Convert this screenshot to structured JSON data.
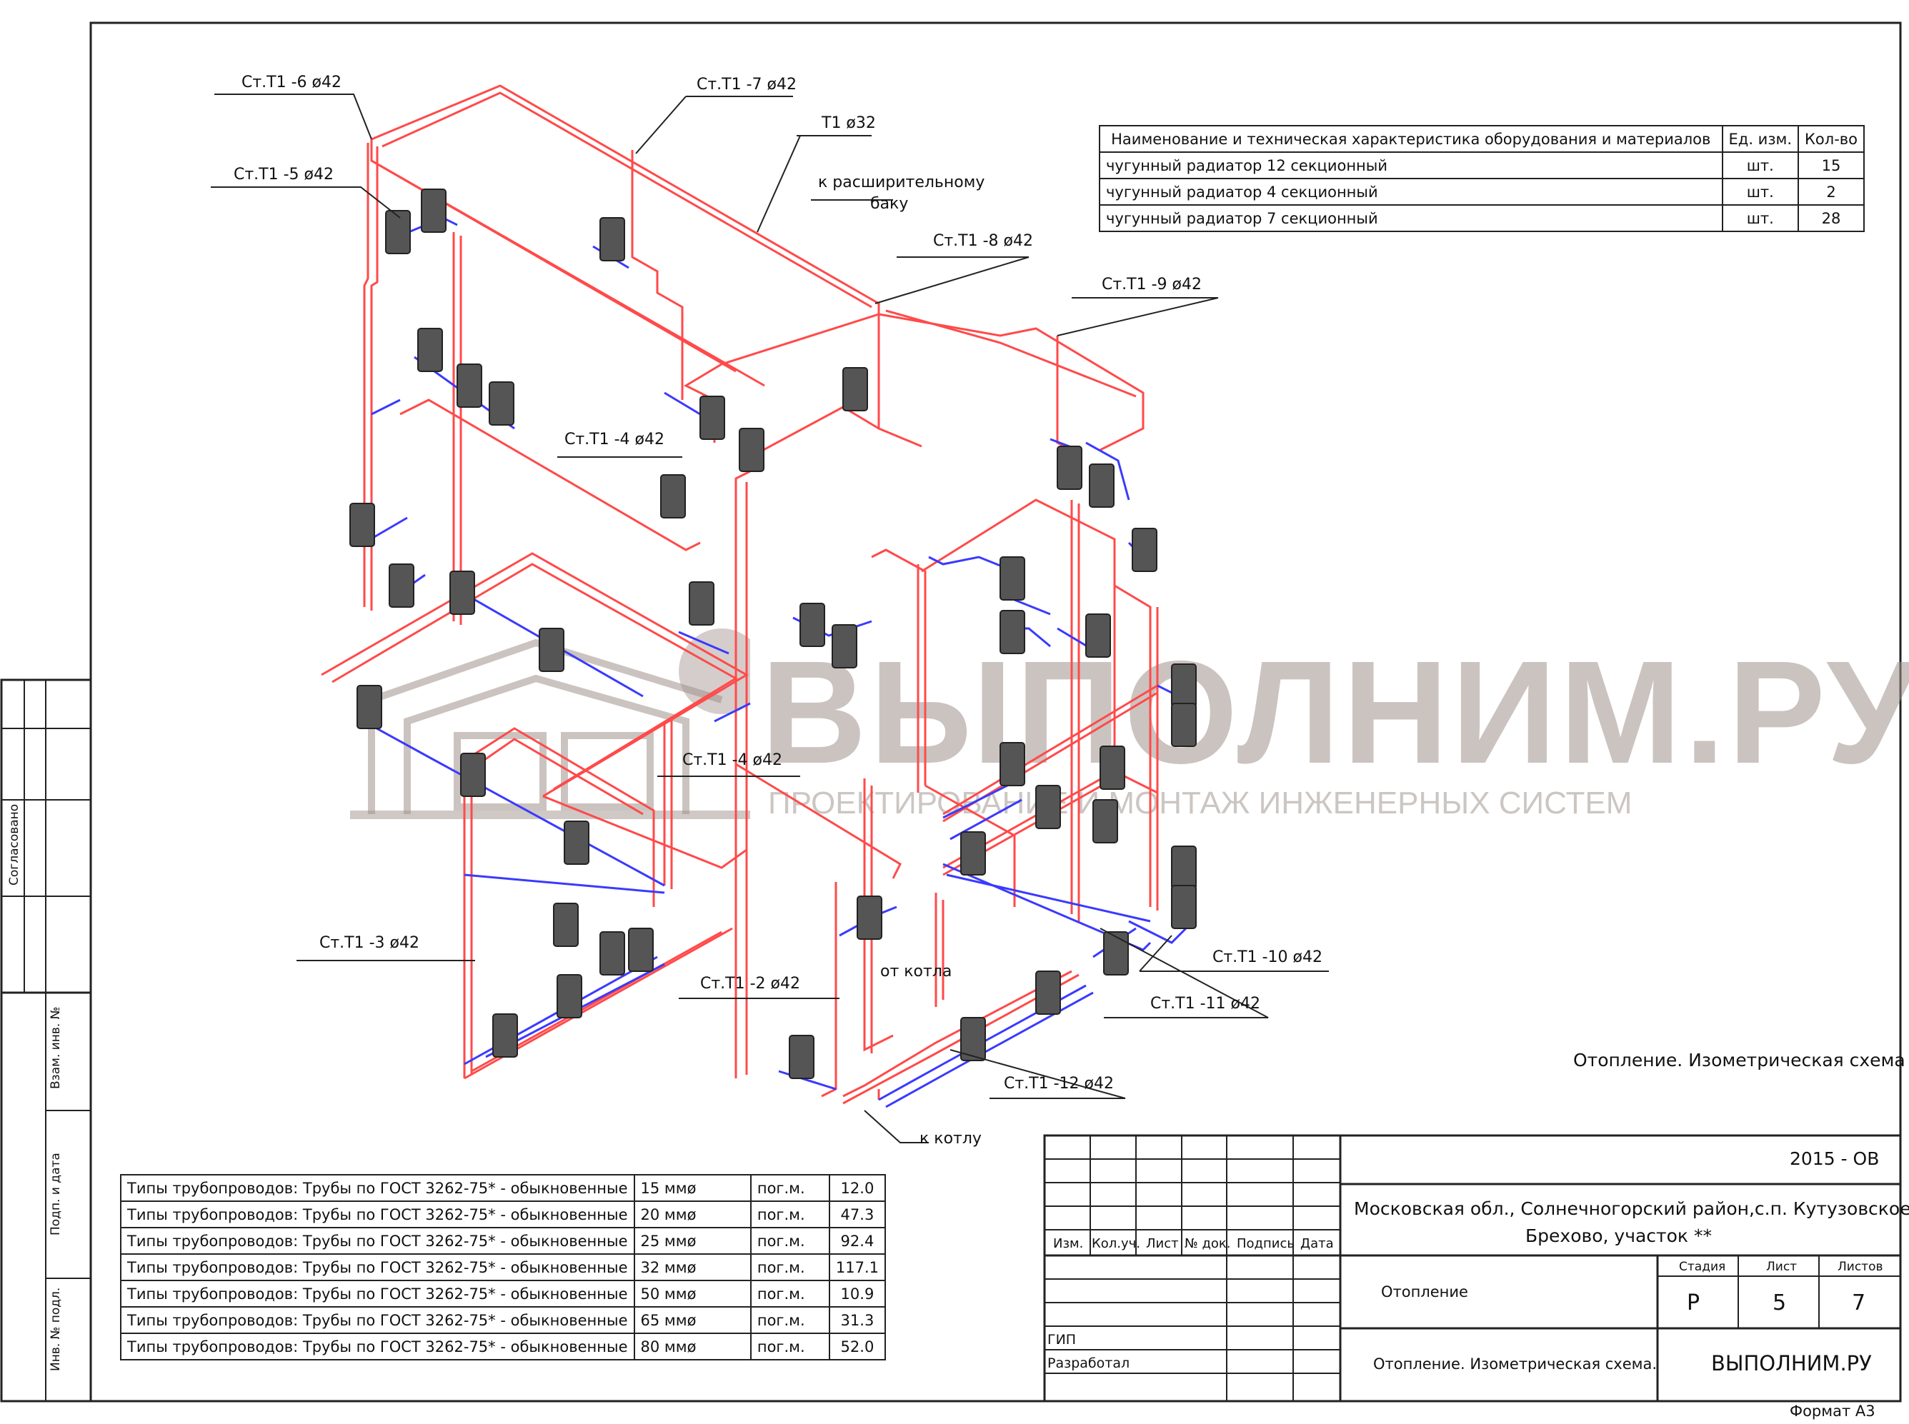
{
  "riser_labels": [
    {
      "id": "t1-6",
      "text": "Ст.Т1 -6 ø42"
    },
    {
      "id": "t1-7",
      "text": "Ст.Т1 -7 ø42"
    },
    {
      "id": "t1-5",
      "text": "Ст.Т1 -5 ø42"
    },
    {
      "id": "t1-8",
      "text": "Ст.Т1 -8 ø42"
    },
    {
      "id": "t1-9",
      "text": "Ст.Т1 -9 ø42"
    },
    {
      "id": "t1-4a",
      "text": "Ст.Т1 -4 ø42"
    },
    {
      "id": "t1-4b",
      "text": "Ст.Т1 -4 ø42"
    },
    {
      "id": "t1-3",
      "text": "Ст.Т1 -3 ø42"
    },
    {
      "id": "t1-2",
      "text": "Ст.Т1 -2 ø42"
    },
    {
      "id": "t1-10",
      "text": "Ст.Т1 -10 ø42"
    },
    {
      "id": "t1-11",
      "text": "Ст.Т1 -11 ø42"
    },
    {
      "id": "t1-12",
      "text": "Ст.Т1 -12 ø42"
    }
  ],
  "other_labels": {
    "t1_32": "Т1 ø32",
    "to_tank_1": "к расширительному",
    "to_tank_2": "баку",
    "from_boiler": "от котла",
    "to_boiler": "к котлу",
    "drawing_caption": "Отопление. Изометрическая схема"
  },
  "spec_table": {
    "headers": [
      "Наименование и техническая характеристика оборудования и материалов",
      "Ед. изм.",
      "Кол-во"
    ],
    "rows": [
      [
        "чугунный радиатор 12 секционный",
        "шт.",
        "15"
      ],
      [
        "чугунный радиатор 4 секционный",
        "шт.",
        "2"
      ],
      [
        "чугунный радиатор 7 секционный",
        "шт.",
        "28"
      ]
    ]
  },
  "pipe_table": {
    "rows": [
      [
        "Типы трубопроводов: Трубы по ГОСТ 3262-75* - обыкновенные",
        "15 ммø",
        "пог.м.",
        "12.0"
      ],
      [
        "Типы трубопроводов: Трубы по ГОСТ 3262-75* - обыкновенные",
        "20 ммø",
        "пог.м.",
        "47.3"
      ],
      [
        "Типы трубопроводов: Трубы по ГОСТ 3262-75* - обыкновенные",
        "25 ммø",
        "пог.м.",
        "92.4"
      ],
      [
        "Типы трубопроводов: Трубы по ГОСТ 3262-75* - обыкновенные",
        "32 ммø",
        "пог.м.",
        "117.1"
      ],
      [
        "Типы трубопроводов: Трубы по ГОСТ 3262-75* - обыкновенные",
        "50 ммø",
        "пог.м.",
        "10.9"
      ],
      [
        "Типы трубопроводов: Трубы по ГОСТ 3262-75* - обыкновенные",
        "65 ммø",
        "пог.м.",
        "31.3"
      ],
      [
        "Типы трубопроводов: Трубы по ГОСТ 3262-75* - обыкновенные",
        "80 ммø",
        "пог.м.",
        "52.0"
      ]
    ]
  },
  "title_block": {
    "code": "2015 - ОВ",
    "address_1": "Московская обл., Солнечногорский район,с.п. Кутузовское, д.",
    "address_2": "Брехово, участок **",
    "col_headers": [
      "Изм.",
      "Кол.уч.",
      "Лист",
      "№ док.",
      "Подпись",
      "Дата"
    ],
    "section": "Отопление",
    "stage_label": "Стадия",
    "sheet_label": "Лист",
    "sheets_label": "Листов",
    "stage": "Р",
    "sheet": "5",
    "sheets": "7",
    "gip": "ГИП",
    "developer": "Разработал",
    "title": "Отопление. Изометрическая схема.",
    "company": "ВЫПОЛНИМ.РУ",
    "format": "Формат А3"
  },
  "side_stamps": {
    "agreed": "Согласовано",
    "inv_sub": "Взам. инв. №",
    "sign_date": "Подп. и дата",
    "inv_orig": "Инв. № подл."
  },
  "watermark": {
    "brand": "ВЫПОЛНИМ.РУ",
    "tagline": "ПРОЕКТИРОВАНИЕ И МОНТАЖ ИНЖЕНЕРНЫХ СИСТЕМ"
  },
  "colors": {
    "supply_pipe": "#ff4a4a",
    "return_pipe": "#3a3aff",
    "radiator": "#555555",
    "frame": "#222222"
  }
}
